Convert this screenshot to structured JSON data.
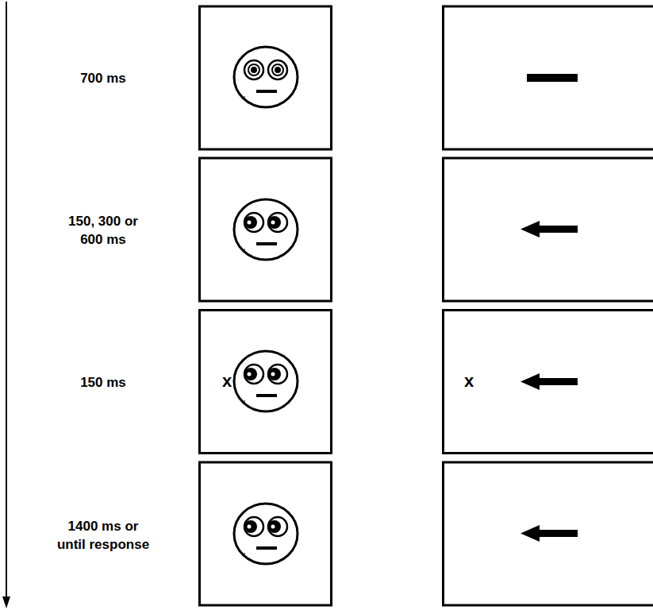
{
  "diagram": {
    "nodes": [
      {
        "text": [
          "x"
        ]
      },
      {
        "text": [
          "x"
        ]
      }
    ],
    "labels": [
      "700 ms",
      "150, 300 or 600 ms",
      "150 ms",
      "1400 ms or until response"
    ]
  }
}
